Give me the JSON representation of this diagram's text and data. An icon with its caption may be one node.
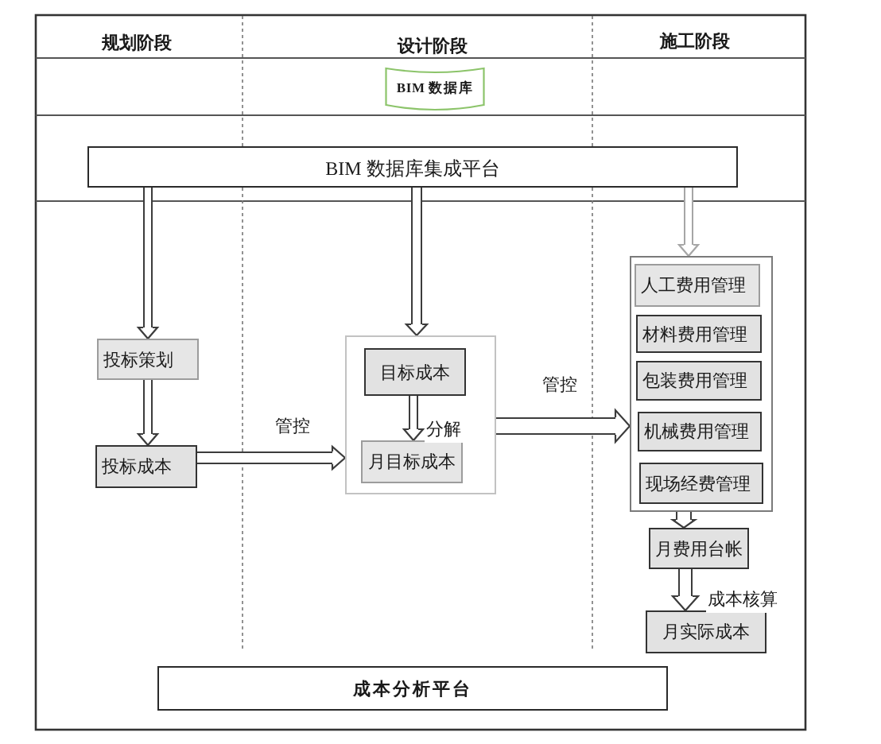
{
  "diagram": {
    "nodes": [
      {
        "text": [
          "BIM 数据库"
        ]
      },
      {
        "text": [
          "BIM 数据库集成平台"
        ]
      },
      {
        "text": [
          "投标策划"
        ]
      },
      {
        "text": [
          "投标成本"
        ]
      },
      {
        "text": [],
        "shape": "box"
      },
      {
        "text": [
          "目标成本"
        ],
        "in": 4
      },
      {
        "text": [
          "月目标成本"
        ],
        "in": 4
      },
      {
        "text": [],
        "shape": "box"
      },
      {
        "text": [
          "人工费用管理"
        ],
        "in": 7
      },
      {
        "text": [
          "材料费用管理"
        ],
        "in": 7
      },
      {
        "text": [
          "包装费用管理"
        ],
        "in": 7
      },
      {
        "text": [
          "机械费用管理"
        ],
        "in": 7
      },
      {
        "text": [
          "现场经费管理"
        ],
        "in": 7
      },
      {
        "text": [
          "月费用台帐"
        ]
      },
      {
        "text": [
          "月实际成本"
        ]
      },
      {
        "text": [
          "成本分析平台"
        ]
      }
    ],
    "edges": [
      {
        "from": 1,
        "to": 2,
        "arrow": "to"
      },
      {
        "from": 1,
        "to": 4,
        "arrow": "to"
      },
      {
        "from": 1,
        "to": 7,
        "arrow": "to",
        "color": "#a6a6a6"
      },
      {
        "from": 2,
        "to": 3,
        "arrow": "to"
      },
      {
        "from": 3,
        "to": 4,
        "arrow": "to",
        "label": "管控"
      },
      {
        "from": 5,
        "to": 6,
        "arrow": "to",
        "label": "分解"
      },
      {
        "from": 4,
        "to": 7,
        "arrow": "to",
        "label": "管控"
      },
      {
        "from": 7,
        "to": 13,
        "arrow": "to"
      },
      {
        "from": 13,
        "to": 14,
        "arrow": "to",
        "label": "成本核算"
      }
    ],
    "labels": [
      "规划阶段",
      "设计阶段",
      "施工阶段"
    ]
  }
}
